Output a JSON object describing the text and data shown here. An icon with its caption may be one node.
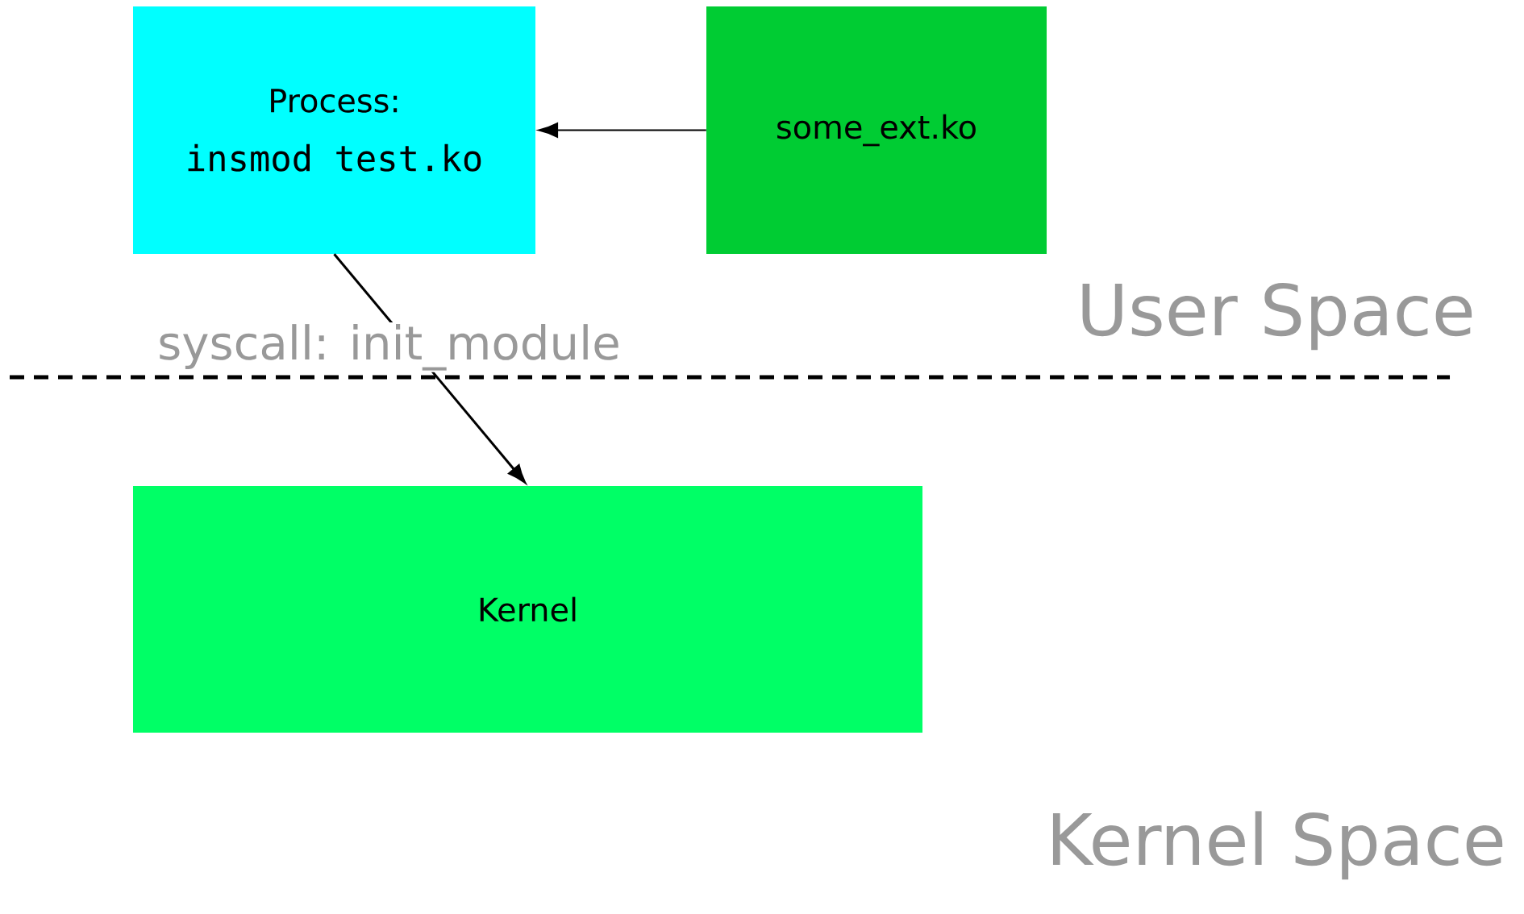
{
  "diagram": {
    "nodes": [
      {
        "text": [
          "Process:",
          "insmod test.ko"
        ]
      },
      {
        "text": [
          "some_ext.ko"
        ]
      },
      {
        "text": [
          "Kernel"
        ]
      }
    ],
    "edges": [
      {
        "from": 1,
        "to": 0,
        "arrow": "to"
      },
      {
        "from": 0,
        "to": 2,
        "arrow": "to",
        "label": "syscall: init_module"
      }
    ],
    "labels": [
      "User Space",
      "Kernel Space"
    ]
  }
}
